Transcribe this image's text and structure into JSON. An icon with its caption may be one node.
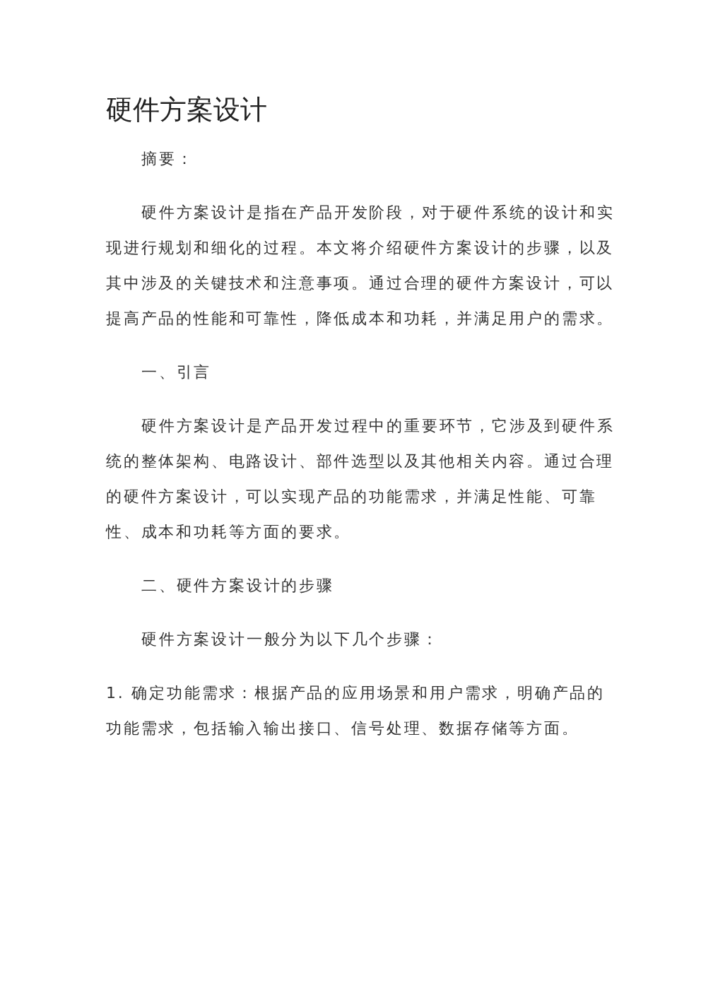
{
  "diagram": {
    "title": "硬件方案设计",
    "labels": [
      "摘要：",
      "硬件方案设计是指在产品开发阶段，对于硬件系统的设计和实现进行规划和细化的过程。本文将介绍硬件方案设计的步骤，以及其中涉及的关键技术和注意事项。通过合理的硬件方案设计，可以提高产品的性能和可靠性，降低成本和功耗，并满足用户的需求。",
      "一、引言",
      "硬件方案设计是产品开发过程中的重要环节，它涉及到硬件系统的整体架构、电路设计、部件选型以及其他相关内容。通过合理的硬件方案设计，可以实现产品的功能需求，并满足性能、可靠性、成本和功耗等方面的要求。",
      "二、硬件方案设计的步骤",
      "硬件方案设计一般分为以下几个步骤：",
      "1. 确定功能需求：根据产品的应用场景和用户需求，明确产品的功能需求，包括输入输出接口、信号处理、数据存储等方面。"
    ]
  }
}
